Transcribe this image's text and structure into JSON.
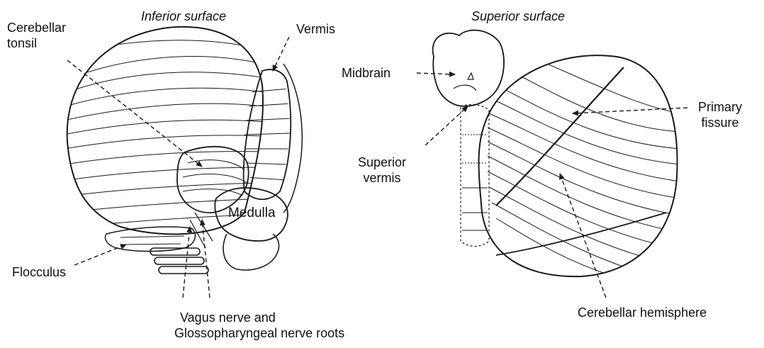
{
  "figures": {
    "inferior": {
      "title": "Inferior surface",
      "labels": {
        "cerebellar_tonsil": [
          "Cerebellar",
          "tonsil"
        ],
        "vermis": "Vermis",
        "medulla": "Medulla",
        "flocculus": "Flocculus",
        "vagus_roots": [
          "Vagus nerve and",
          "Glossopharyngeal nerve roots"
        ]
      }
    },
    "superior": {
      "title": "Superior surface",
      "labels": {
        "midbrain": "Midbrain",
        "primary_fissure": [
          "Primary",
          "fissure"
        ],
        "superior_vermis": [
          "Superior",
          "vermis"
        ],
        "cerebellar_hemisphere": "Cerebellar hemisphere"
      }
    }
  },
  "colors": {
    "ink": "#1a1a1a",
    "paper": "#ffffff"
  }
}
